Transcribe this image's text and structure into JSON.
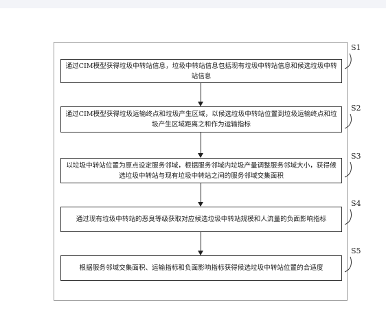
{
  "steps": [
    {
      "id": "S1",
      "text": "通过CIM模型获得垃圾中转站信息，垃圾中转站信息包括现有垃圾中转站信息和候选垃圾中转站信息"
    },
    {
      "id": "S2",
      "text": "通过CIM模型获得垃圾运输终点和垃圾产生区域，以候选垃圾中转站位置到垃圾运输终点和垃圾产生区域距离之和作为运输指标"
    },
    {
      "id": "S3",
      "text": "以垃圾中转站位置为原点设定服务邻域，根据服务邻域内垃圾产量调整服务邻域大小，获得候选垃圾中转站与现有垃圾中转站之间的服务邻域交集面积"
    },
    {
      "id": "S4",
      "text": "通过现有垃圾中转站的恶臭等级获取对应候选垃圾中转站规模和人流量的负面影响指标"
    },
    {
      "id": "S5",
      "text": "根据服务邻域交集面积、运输指标和负面影响指标获得候选垃圾中转站位置的合适度"
    }
  ]
}
